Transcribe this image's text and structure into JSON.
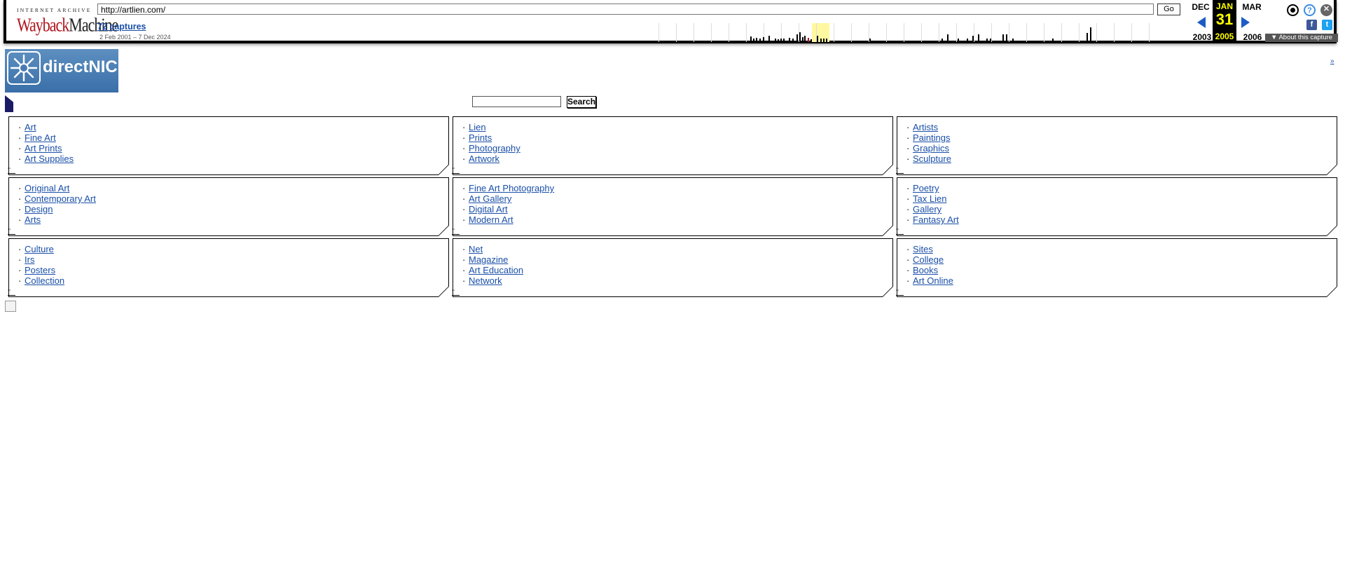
{
  "wayback": {
    "logo_line1": "INTERNET ARCHIVE",
    "logo_line2_a": "Wayback",
    "logo_line2_b": "Machine",
    "url": "http://artlien.com/",
    "go_label": "Go",
    "captures_label": "72 captures",
    "date_range": "2 Feb 2001 – 7 Dec 2024",
    "calendar": {
      "prev_month": "DEC",
      "current_month": "JAN",
      "next_month": "MAR",
      "current_day": "31",
      "prev_year": "2003",
      "current_year": "2005",
      "next_year": "2006"
    },
    "about_label": "▼ About this capture",
    "icons": [
      "user-icon",
      "help-icon",
      "close-icon",
      "facebook-icon",
      "twitter-icon"
    ]
  },
  "site": {
    "logo_text": "directNIC",
    "search_button": "Search",
    "corner_link": "»"
  },
  "link_boxes": [
    {
      "links": [
        "Art",
        "Fine Art",
        "Art Prints",
        "Art Supplies"
      ]
    },
    {
      "links": [
        "Lien",
        "Prints",
        "Photography",
        "Artwork"
      ]
    },
    {
      "links": [
        "Artists",
        "Paintings",
        "Graphics",
        "Sculpture"
      ]
    },
    {
      "links": [
        "Original Art",
        "Contemporary Art",
        "Design",
        "Arts"
      ]
    },
    {
      "links": [
        "Fine Art Photography",
        "Art Gallery",
        "Digital Art",
        "Modern Art"
      ]
    },
    {
      "links": [
        "Poetry",
        "Tax Lien",
        "Gallery",
        "Fantasy Art"
      ]
    },
    {
      "links": [
        "Culture",
        "Irs",
        "Posters",
        "Collection"
      ]
    },
    {
      "links": [
        "Net",
        "Magazine",
        "Art Education",
        "Network"
      ]
    },
    {
      "links": [
        "Sites",
        "College",
        "Books",
        "Art Online"
      ]
    }
  ]
}
